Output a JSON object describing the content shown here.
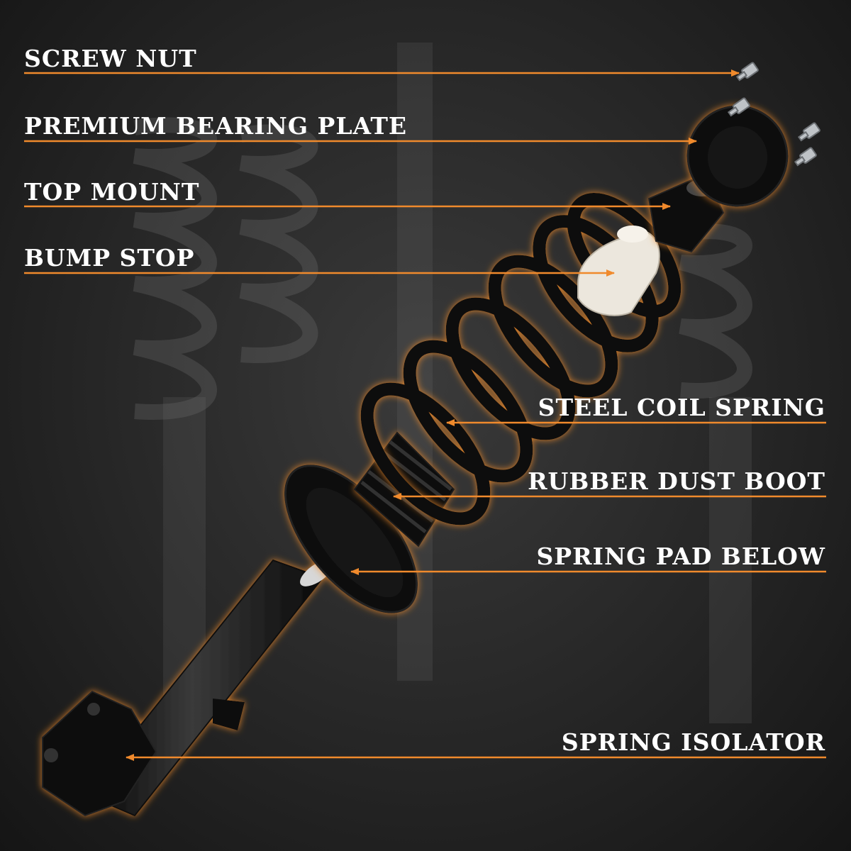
{
  "accent_color": "#f08a2c",
  "labels": {
    "screw_nut": "SCREW NUT",
    "bearing_plate": "PREMIUM BEARING PLATE",
    "top_mount": "TOP MOUNT",
    "bump_stop": "BUMP STOP",
    "coil_spring": "STEEL COIL SPRING",
    "dust_boot": "RUBBER DUST BOOT",
    "spring_pad": "SPRING PAD BELOW",
    "spring_isolator": "SPRING ISOLATOR"
  }
}
